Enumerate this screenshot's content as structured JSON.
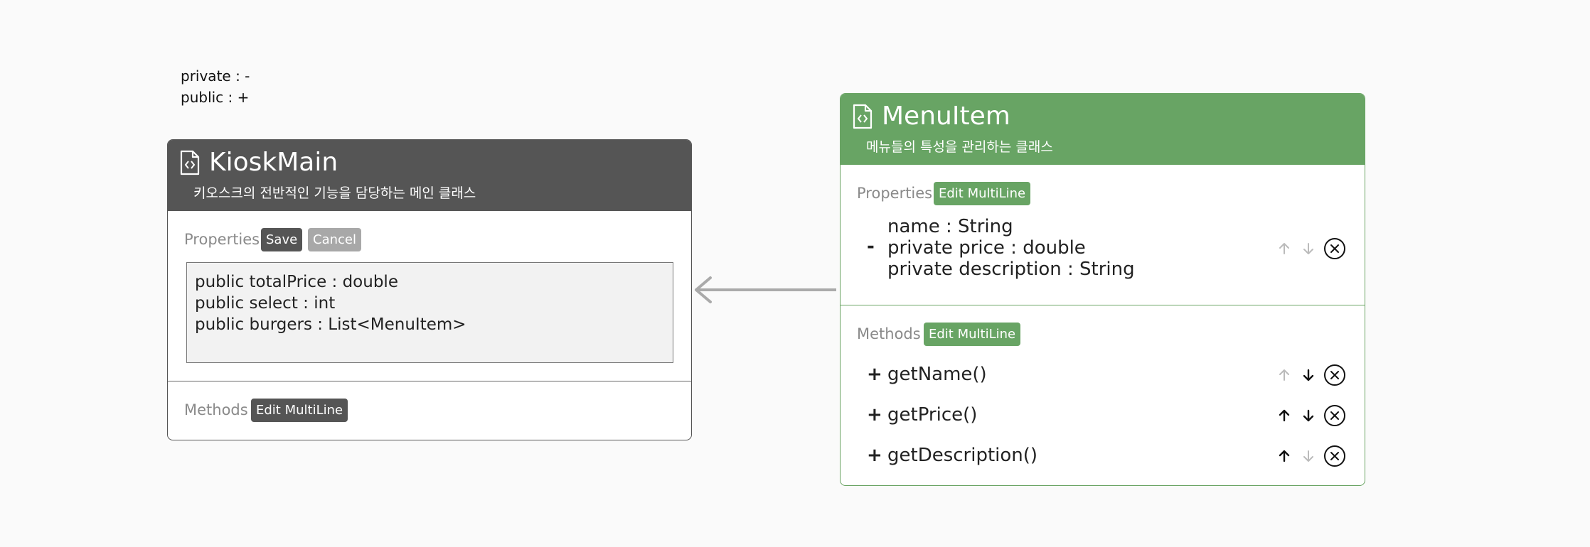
{
  "legend": {
    "line1": "private : -",
    "line2": "public : +"
  },
  "kiosk": {
    "title": "KioskMain",
    "description": "키오스크의 전반적인 기능을 담당하는 메인 클래스",
    "properties_label": "Properties",
    "save_label": "Save",
    "cancel_label": "Cancel",
    "properties_text": [
      "public totalPrice : double",
      "public select : int",
      "public burgers : List<MenuItem>"
    ],
    "methods_label": "Methods",
    "methods_edit_label": "Edit MultiLine"
  },
  "menuitem": {
    "title": "MenuItem",
    "description": "메뉴들의 특성을 관리하는 클래스",
    "properties_label": "Properties",
    "properties_edit_label": "Edit MultiLine",
    "property_visibility": "-",
    "properties": [
      "name : String",
      "private price : double",
      "private description : String"
    ],
    "methods_label": "Methods",
    "methods_edit_label": "Edit MultiLine",
    "methods": [
      {
        "visibility": "+",
        "name": "getName()"
      },
      {
        "visibility": "+",
        "name": "getPrice()"
      },
      {
        "visibility": "+",
        "name": "getDescription()"
      }
    ]
  },
  "colors": {
    "dark_header": "#555555",
    "green_header": "#68a464",
    "arrow": "#aaaaaa"
  }
}
